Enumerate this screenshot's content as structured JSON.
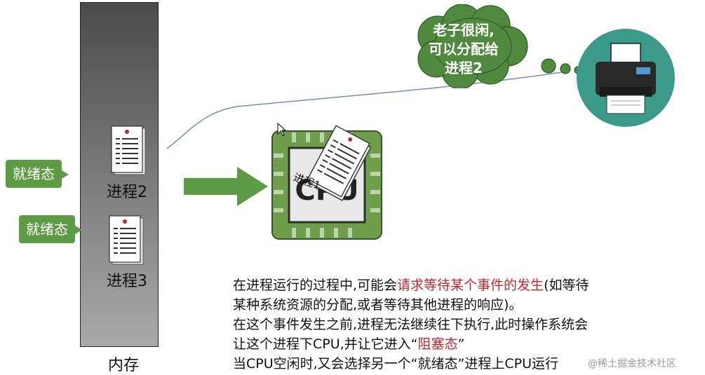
{
  "memory": {
    "label": "内存"
  },
  "processes": [
    {
      "name": "进程2",
      "state_tag": "就绪态"
    },
    {
      "name": "进程3",
      "state_tag": "就绪态"
    }
  ],
  "cpu": {
    "label": "CPU",
    "inner_doc_label": "进程1"
  },
  "cloud": {
    "line1": "老子很闲,",
    "line2": "可以分配给",
    "line3": "进程2"
  },
  "printer": {
    "icon": "printer-icon"
  },
  "description": {
    "l1_a": "在进程运行的过程中,可能会",
    "l1_hl": "请求等待某个事件的发生",
    "l1_b": "(如等待",
    "l2": "某种系统资源的分配,或者等待其他进程的响应)。",
    "l3": "在这个事件发生之前,进程无法继续往下执行,此时操作系统会",
    "l4_a": "让这个进程下CPU,并让它进入“",
    "l4_hl": "阻塞态",
    "l4_b": "”",
    "l5": "当CPU空闲时,又会选择另一个“就绪态”进程上CPU运行"
  },
  "watermark": "@稀土掘金技术社区",
  "colors": {
    "green": "#5d9b45",
    "cloud_green": "#4f8a3f",
    "red_text": "#c0282b",
    "printer_bg": "#3c9a8a"
  }
}
